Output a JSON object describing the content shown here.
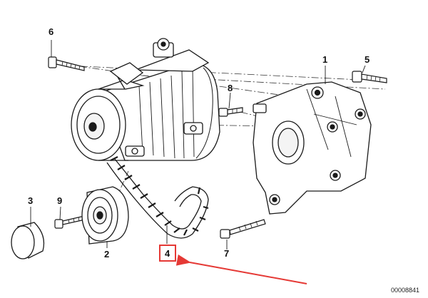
{
  "parts": [
    {
      "key": "p1",
      "label": "1"
    },
    {
      "key": "p2",
      "label": "2"
    },
    {
      "key": "p3",
      "label": "3"
    },
    {
      "key": "p4",
      "label": "4"
    },
    {
      "key": "p5",
      "label": "5"
    },
    {
      "key": "p6",
      "label": "6"
    },
    {
      "key": "p7",
      "label": "7"
    },
    {
      "key": "p8",
      "label": "8"
    },
    {
      "key": "p9",
      "label": "9"
    }
  ],
  "document_number": "00008841",
  "highlight": {
    "part_label": "4",
    "color": "#e53935"
  },
  "colors": {
    "ink": "#1a1a1a",
    "paper": "#ffffff",
    "accent": "#e53935"
  }
}
